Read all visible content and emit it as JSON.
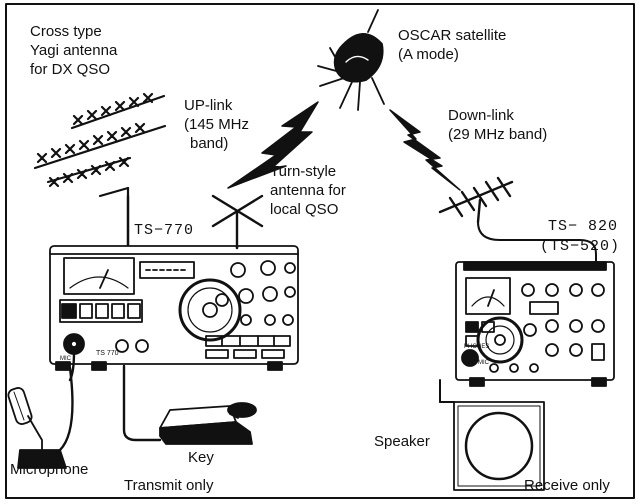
{
  "labels": {
    "yagi": [
      "Cross type",
      "Yagi antenna",
      "for DX QSO"
    ],
    "uplink": [
      "UP-link",
      "(145 MHz",
      "band)"
    ],
    "satellite": [
      "OSCAR satellite",
      "(A mode)"
    ],
    "downlink": [
      "Down-link",
      "(29 MHz band)"
    ],
    "turnstyle": [
      "Turn-style",
      "antenna for",
      "local QSO"
    ],
    "ts770": "TS−770",
    "ts820": "TS− 820",
    "ts520": "(TS−520)",
    "microphone": "Microphone",
    "key": "Key",
    "speaker": "Speaker",
    "transmit_only": "Transmit only",
    "receive_only": "Receive only"
  },
  "panel_text": {
    "ts770_badge": "TS 770",
    "mic": "MIC",
    "phones": "PHONES"
  },
  "colors": {
    "ink": "#111111",
    "paper": "#ffffff"
  }
}
